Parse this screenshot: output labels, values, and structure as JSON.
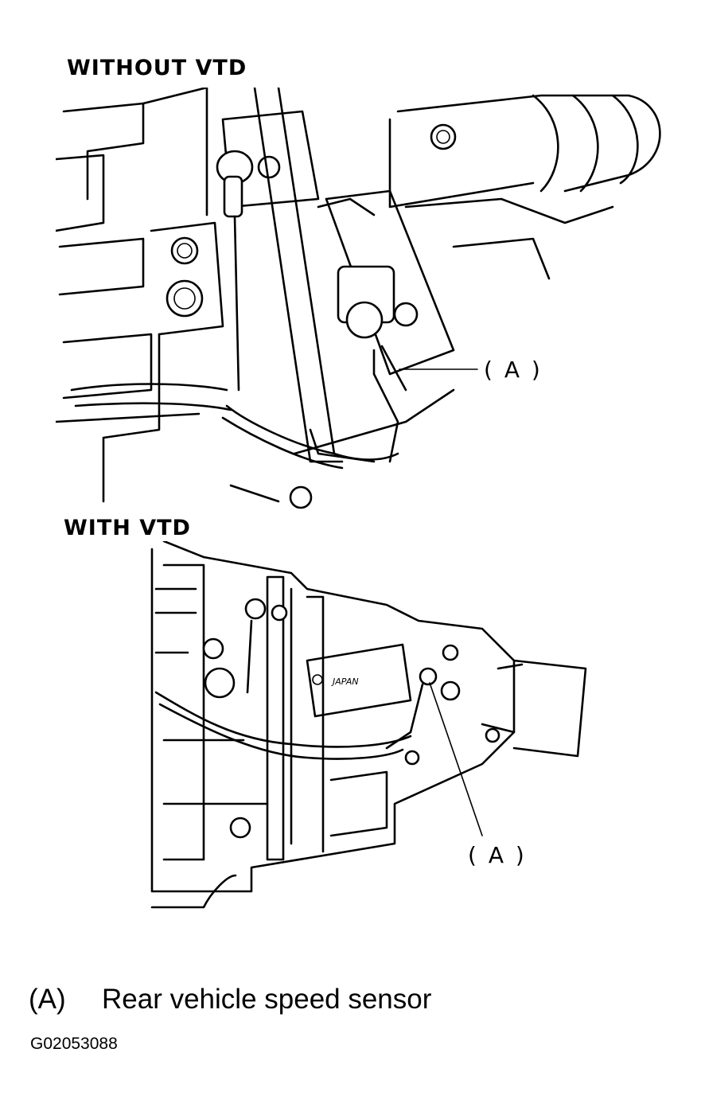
{
  "diagram": {
    "without_vtd_title": "WITHOUT VTD",
    "with_vtd_title": "WITH VTD",
    "callout_label": "( A )",
    "housing_stamp": "JAPAN",
    "legend": {
      "key": "(A)",
      "description": "Rear vehicle speed sensor"
    },
    "figure_id": "G02053088"
  }
}
